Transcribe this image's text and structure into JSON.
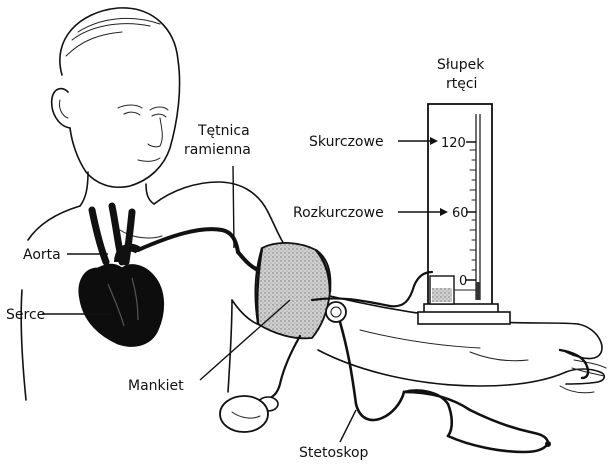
{
  "labels": {
    "mercury_column_line1": "Słupek",
    "mercury_column_line2": "rtęci",
    "brachial_artery_line1": "Tętnica",
    "brachial_artery_line2": "ramienna",
    "systolic": "Skurczowe",
    "diastolic": "Rozkurczowe",
    "aorta": "Aorta",
    "heart": "Serce",
    "cuff": "Mankiet",
    "stethoscope": "Stetoskop"
  },
  "scale": {
    "ticks": [
      "120",
      "60",
      "0"
    ]
  }
}
